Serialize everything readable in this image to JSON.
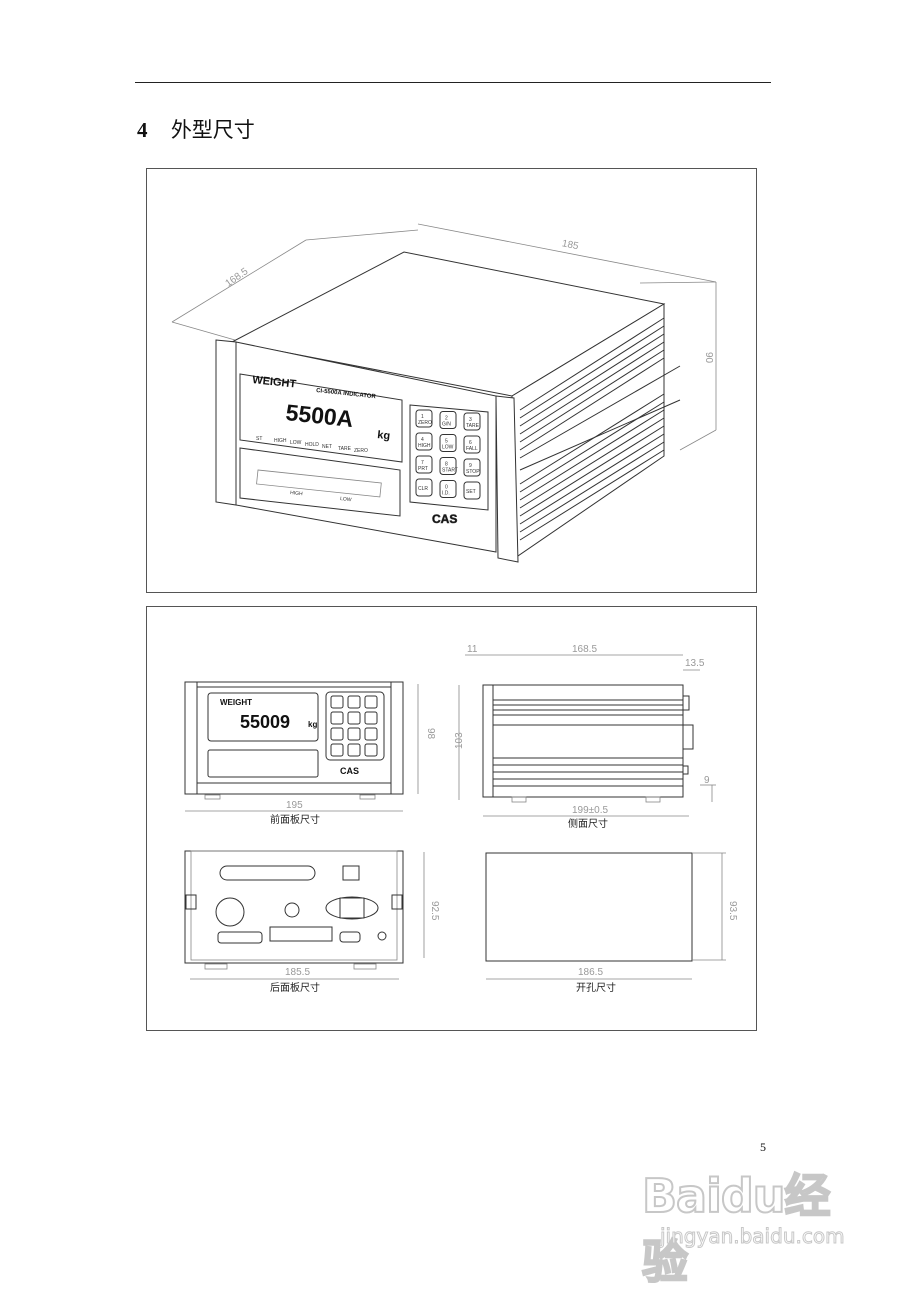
{
  "section": {
    "number": "4",
    "title": "外型尺寸"
  },
  "isometric": {
    "dims": {
      "depth": "168.5",
      "width": "185",
      "height": "90"
    },
    "panel": {
      "brand_label": "WEIGHT",
      "model_label": "CI-5500A INDICATOR",
      "display_value": "5500A",
      "unit": "kg",
      "indicators": [
        "ST",
        "HIGH",
        "LOW",
        "HOLD",
        "NET",
        "TARE",
        "ZERO"
      ],
      "bar_labels": [
        "HIGH",
        "LOW"
      ],
      "logo": "CAS",
      "keys": [
        {
          "num": "1",
          "label": "ZERO"
        },
        {
          "num": "2",
          "label": "G/N"
        },
        {
          "num": "3",
          "label": "TARE"
        },
        {
          "num": "4",
          "label": "HIGH"
        },
        {
          "num": "5",
          "label": "LOW"
        },
        {
          "num": "6",
          "label": "FALL"
        },
        {
          "num": "7",
          "label": "PRT"
        },
        {
          "num": "8",
          "label": "START"
        },
        {
          "num": "9",
          "label": "STOP"
        },
        {
          "num": "CLR",
          "label": ""
        },
        {
          "num": "0",
          "label": "I.D."
        },
        {
          "num": "SET",
          "label": ""
        }
      ]
    }
  },
  "front_view": {
    "caption": "前面板尺寸",
    "dims": {
      "width": "195",
      "height": "98"
    },
    "brand_label": "WEIGHT",
    "display_value": "55009",
    "unit": "kg",
    "logo": "CAS"
  },
  "side_view": {
    "caption": "侧面尺寸",
    "dims": {
      "front": "11",
      "depth": "168.5",
      "rear": "13.5",
      "height": "103",
      "foot": "9",
      "total": "199±0.5"
    }
  },
  "rear_view": {
    "caption": "后面板尺寸",
    "dims": {
      "width": "185.5",
      "height": "92.5"
    }
  },
  "cutout_view": {
    "caption": "开孔尺寸",
    "dims": {
      "width": "186.5",
      "height": "93.5"
    }
  },
  "page_number": "5",
  "watermark": {
    "brand": "Baidu经验",
    "url": "jingyan.baidu.com"
  }
}
